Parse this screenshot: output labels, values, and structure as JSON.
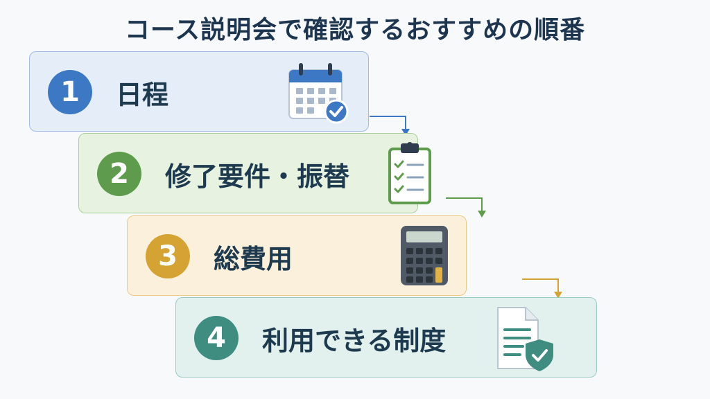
{
  "title": "コース説明会で確認するおすすめの順番",
  "colors": {
    "step1": "#3d78c4",
    "step2": "#5f9b4d",
    "step3": "#d4a334",
    "step4": "#3f8c80"
  },
  "steps": [
    {
      "number": "1",
      "label": "日程",
      "icon": "calendar-check-icon"
    },
    {
      "number": "2",
      "label": "修了要件・振替",
      "icon": "clipboard-checklist-icon"
    },
    {
      "number": "3",
      "label": "総費用",
      "icon": "calculator-icon"
    },
    {
      "number": "4",
      "label": "利用できる制度",
      "icon": "document-shield-icon"
    }
  ]
}
